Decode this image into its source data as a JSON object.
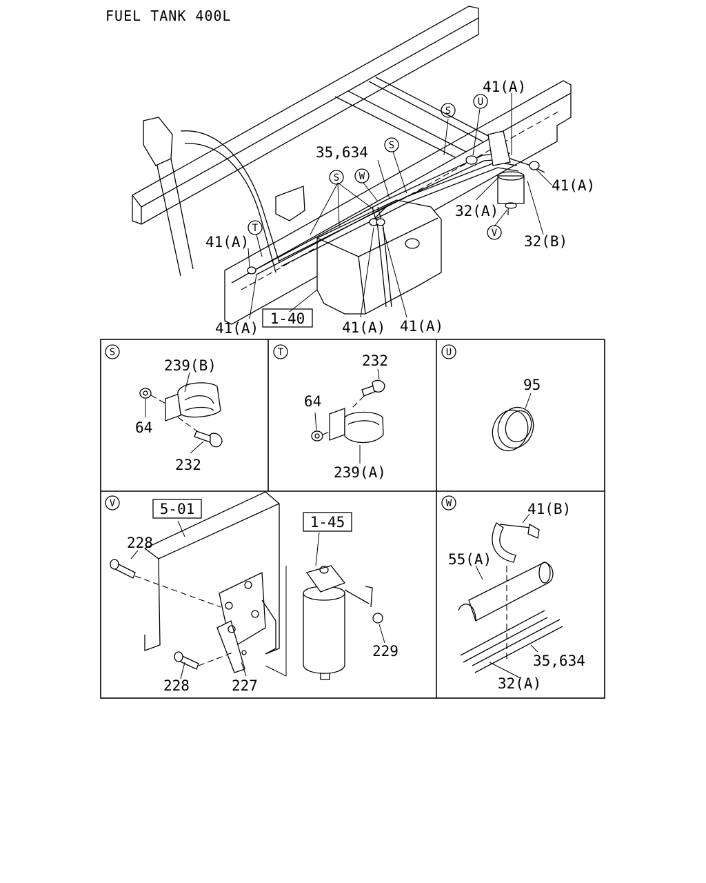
{
  "title": "FUEL TANK 400L",
  "main": {
    "callouts": {
      "S_top": "S",
      "U_top": "U",
      "S_mid": "S",
      "W_mid": "W",
      "S_left": "S",
      "T_left": "T",
      "V_bottom": "V"
    },
    "labels": {
      "a41_top": "41(A)",
      "a41_right": "41(A)",
      "p35_634": "35,634",
      "p32a": "32(A)",
      "p32b": "32(B)",
      "a41_left": "41(A)",
      "a41_bottom_left": "41(A)",
      "a41_bottom_mid": "41(A)",
      "a41_bottom_right": "41(A)"
    },
    "ref_box": "1-40"
  },
  "panels": {
    "S": {
      "tag": "S",
      "labels": {
        "p239b": "239(B)",
        "p64": "64",
        "p232": "232"
      }
    },
    "T": {
      "tag": "T",
      "labels": {
        "p232": "232",
        "p64": "64",
        "p239a": "239(A)"
      }
    },
    "U": {
      "tag": "U",
      "labels": {
        "p95": "95"
      }
    },
    "V": {
      "tag": "V",
      "ref_box_1": "5-01",
      "ref_box_2": "1-45",
      "labels": {
        "p228_top": "228",
        "p228_bottom": "228",
        "p227": "227",
        "p229": "229"
      }
    },
    "W": {
      "tag": "W",
      "labels": {
        "p41b": "41(B)",
        "p55a": "55(A)",
        "p35_634": "35,634",
        "p32a": "32(A)"
      }
    }
  }
}
